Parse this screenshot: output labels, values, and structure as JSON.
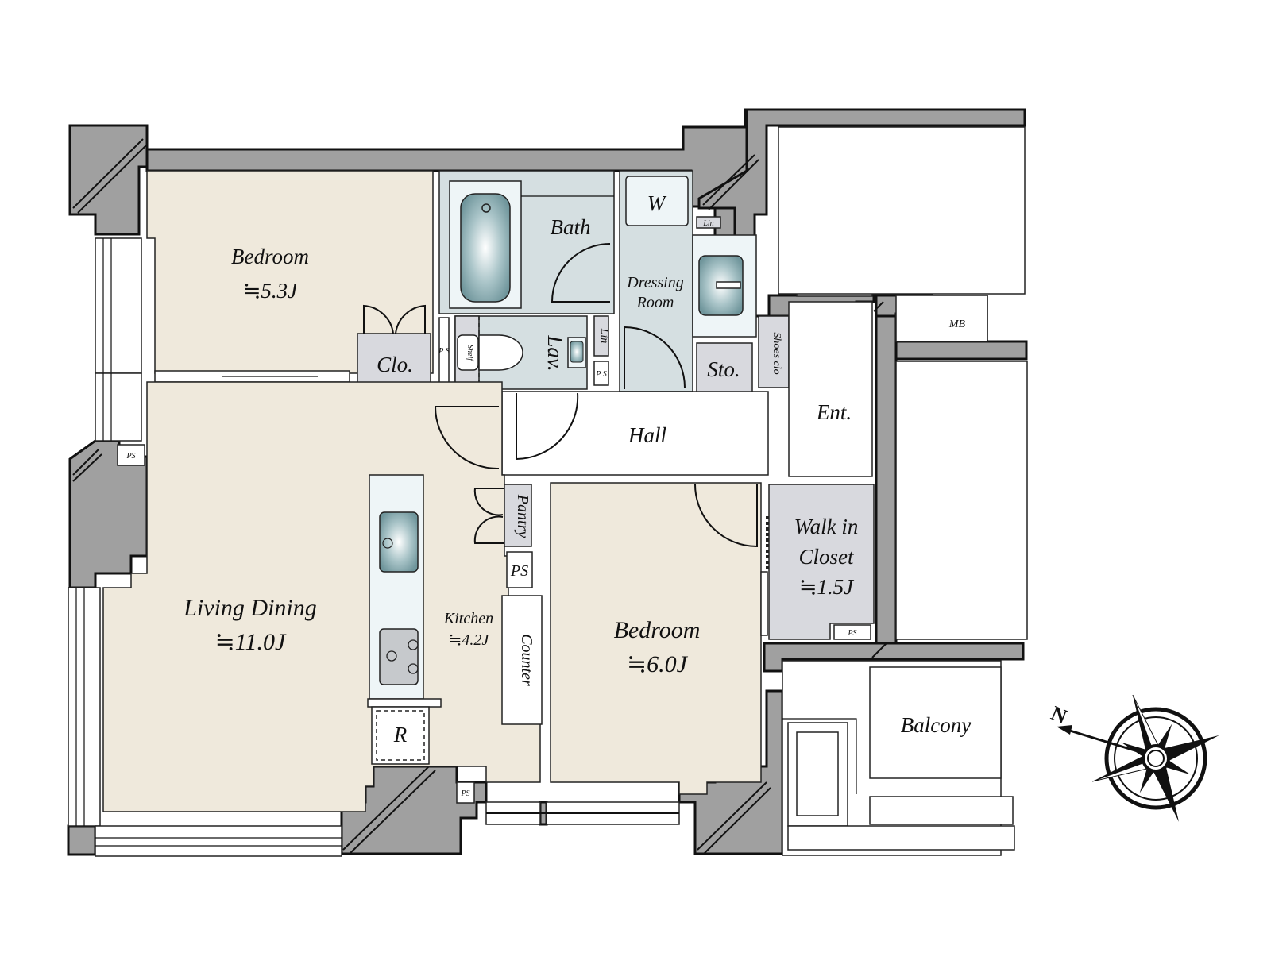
{
  "rooms": {
    "bedroom_1": {
      "name": "Bedroom",
      "area": "≒5.3J"
    },
    "closet_1": {
      "name": "Clo."
    },
    "bath": {
      "name": "Bath"
    },
    "washer": {
      "name": "W"
    },
    "dressing_room": {
      "name_line1": "Dressing",
      "name_line2": "Room"
    },
    "lavatory": {
      "name": "Lav."
    },
    "shelf": {
      "name": "Shelf"
    },
    "linen_1": {
      "name": "Lin"
    },
    "linen_2": {
      "name": "Lin"
    },
    "storage": {
      "name": "Sto."
    },
    "shoes_closet": {
      "name": "Shoes clo"
    },
    "entrance": {
      "name": "Ent."
    },
    "hall": {
      "name": "Hall"
    },
    "meter_box": {
      "name": "MB"
    },
    "living_dining": {
      "name": "Living Dining",
      "area": "≒11.0J"
    },
    "kitchen": {
      "name": "Kitchen",
      "area": "≒4.2J"
    },
    "pantry": {
      "name": "Pantry"
    },
    "counter": {
      "name": "Counter"
    },
    "refrigerator": {
      "name": "R"
    },
    "bedroom_2": {
      "name": "Bedroom",
      "area": "≒6.0J"
    },
    "walk_in_closet": {
      "name_line1": "Walk in",
      "name_line2": "Closet",
      "area": "≒1.5J"
    },
    "balcony": {
      "name": "Balcony"
    }
  },
  "pipe_spaces": {
    "ps_lav_left": "P S",
    "ps_lav_right": "P S",
    "ps_living": "PS",
    "ps_kitchen": "PS",
    "ps_bottom": "PS",
    "ps_wic": "PS"
  },
  "compass": {
    "north_label": "N"
  },
  "colors": {
    "room_beige": "#efe9dc",
    "wet_area": "#d5dfe1",
    "closet_grey": "#d8d9de",
    "wall_grey": "#a0a0a0",
    "fixture_teal": "#7fa3a8"
  }
}
